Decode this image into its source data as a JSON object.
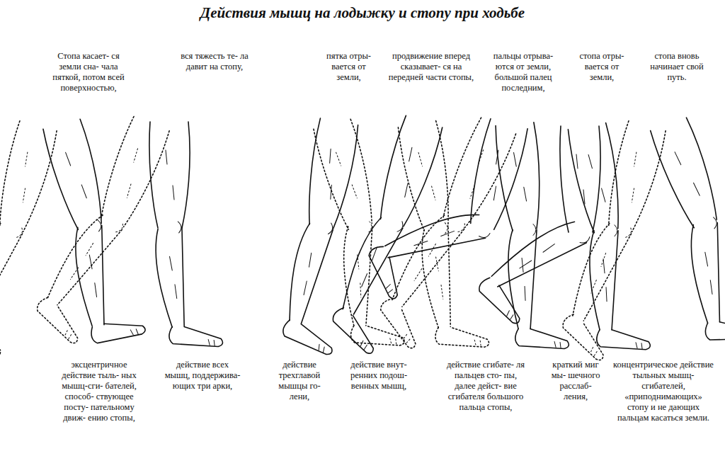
{
  "diagram": {
    "title": "Действия мышц на лодыжку и стопу при ходьбе",
    "labels": [
      "Стопа касает- ся земли сна- чала пяткой, потом всей поверхностью,",
      "вся тяжесть те- ла давит на стопу,",
      "пятка отры- вается от земли,",
      "продвижение вперед сказывает- ся на передней части стопы,",
      "пальцы отрыва- ются от земли, большой палец последним,",
      "стопа отры- вается от земли,",
      "стопа вновь начинает свой путь.",
      "эксцентричное действие тыль- ных мышц-сги- бателей, способ- ствующее посту- пательному движ- ению стопы,",
      "действие всех мышц, поддержива- ющих три арки,",
      "действие трехглавой мышцы го- лени,",
      "действие внут- ренних подош- венных мышц,",
      "действие сгибате- ля пальцев сто- пы, далее дейст- вие сгибателя большого пальца стопы,",
      "краткий миг мы- шечного расслаб- ления,",
      "концентрическое действие тыльных мышц-сгибателей, «приподнимающих» стопу и не дающих пальцам касаться земли."
    ]
  }
}
